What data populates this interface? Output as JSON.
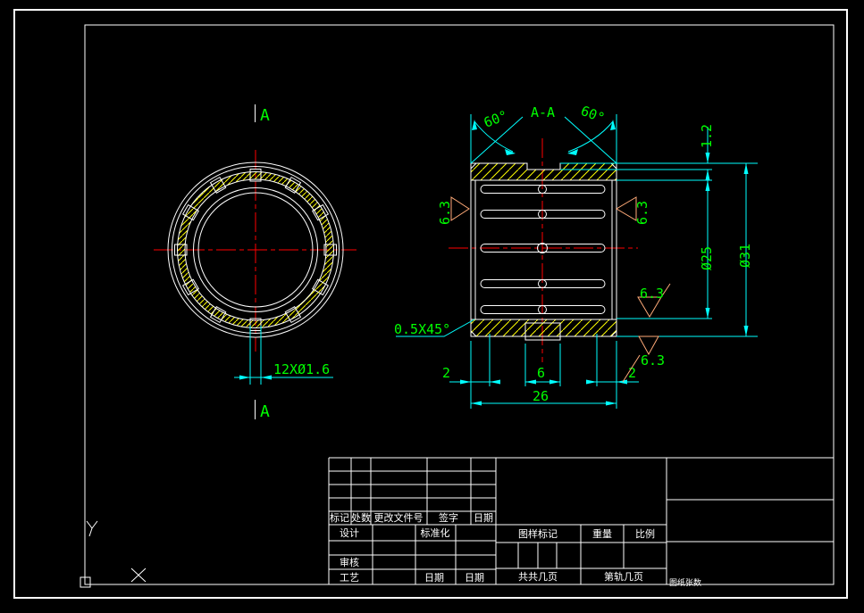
{
  "window": {
    "background": "#000000"
  },
  "colors": {
    "line": "#ffffff",
    "dimension": "#00ffff",
    "dimension_text": "#00ff00",
    "centerline": "#ff0000",
    "hatch": "#ffff00",
    "roughness_symbol": "#ffaa78"
  },
  "views": {
    "left_view": {
      "section_label": "A",
      "holes_dim": "12XØ1.6"
    },
    "section_view": {
      "title": "A-A",
      "angle": "60°",
      "depth": "1.2",
      "bore_dia": "Ø25",
      "outer_dia": "Ø31",
      "chamfer": "0.5X45°",
      "roughness": "6.3",
      "end_left": "2",
      "keyway_width": "6",
      "end_right": "2",
      "length": "26"
    }
  },
  "title_block": {
    "revision_headers": [
      "标记",
      "处数",
      "更改文件号",
      "签字",
      "日期"
    ],
    "design_label": "设计",
    "standardization_label": "标准化",
    "audit_label": "审核",
    "process_label": "工艺",
    "date_label": "日期",
    "date_label2": "日期",
    "stamp_label": "图样标记",
    "weight_label": "重量",
    "scale_label": "比例",
    "total_pages_label": "共共几页",
    "page_number_label": "第轨几页",
    "sheet_count_label": "图纸张数"
  },
  "ucs": {
    "x_label": "X",
    "y_label": "Y"
  }
}
